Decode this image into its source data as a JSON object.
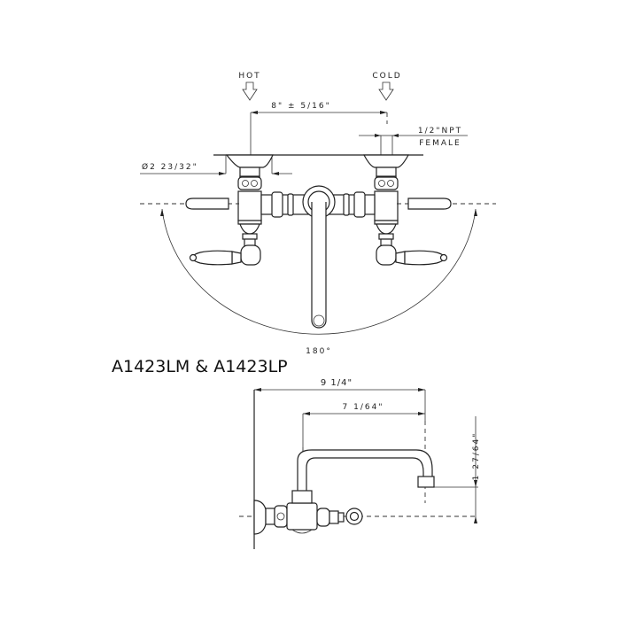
{
  "drawing": {
    "model_title": "A1423LM & A1423LP",
    "front_view": {
      "hot_label": "HOT",
      "cold_label": "COLD",
      "center_spacing": "8\" ± 5/16\"",
      "connection_line1": "1/2\"NPT",
      "connection_line2": "FEMALE",
      "flange_diameter": "Ø2 23/32\"",
      "swing_angle": "180°"
    },
    "side_view": {
      "overall_depth": "9 1/4\"",
      "spout_reach": "7 1/64\"",
      "spout_height": "1 27/64\""
    }
  }
}
